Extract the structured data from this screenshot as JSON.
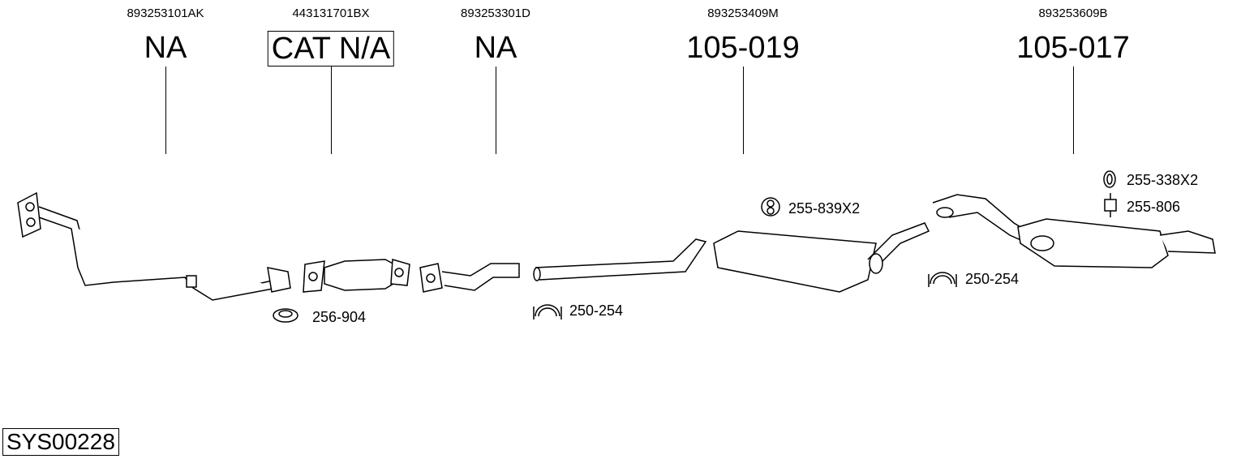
{
  "columns": [
    {
      "oe": "893253101AK",
      "ref": "NA",
      "boxed": false
    },
    {
      "oe": "443131701BX",
      "ref": "CAT N/A",
      "boxed": true
    },
    {
      "oe": "893253301D",
      "ref": "NA",
      "boxed": false
    },
    {
      "oe": "893253409M",
      "ref": "105-019",
      "boxed": false
    },
    {
      "oe": "893253609B",
      "ref": "105-017",
      "boxed": false
    }
  ],
  "accessories": [
    {
      "label": "256-904",
      "icon": "gasket-ring-icon"
    },
    {
      "label": "250-254",
      "icon": "clamp-icon"
    },
    {
      "label": "255-839X2",
      "icon": "rubber-hanger-icon"
    },
    {
      "label": "250-254",
      "icon": "clamp-icon"
    },
    {
      "label": "255-338X2",
      "icon": "rubber-ring-icon"
    },
    {
      "label": "255-806",
      "icon": "mount-icon"
    }
  ],
  "system_code": "SYS00228"
}
